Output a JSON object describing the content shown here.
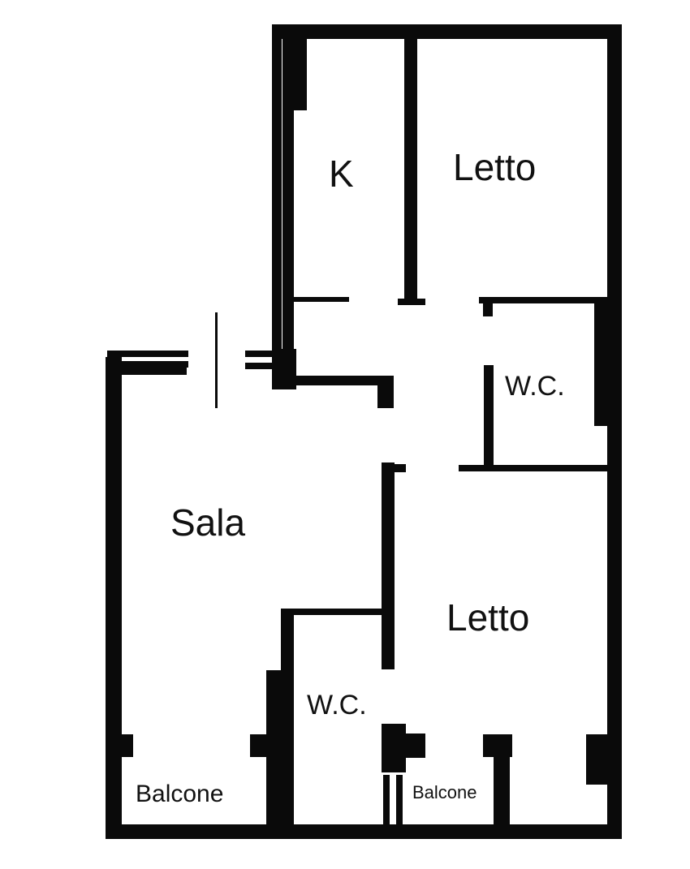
{
  "rooms": {
    "kitchen": "K",
    "bedroom_top": "Letto",
    "wc_right": "W.C.",
    "living": "Sala",
    "bedroom_bottom": "Letto",
    "wc_bottom": "W.C.",
    "balcony_left": "Balcone",
    "balcony_right": "Balcone"
  },
  "colors": {
    "wall": "#0a0a0a",
    "background": "#ffffff"
  }
}
